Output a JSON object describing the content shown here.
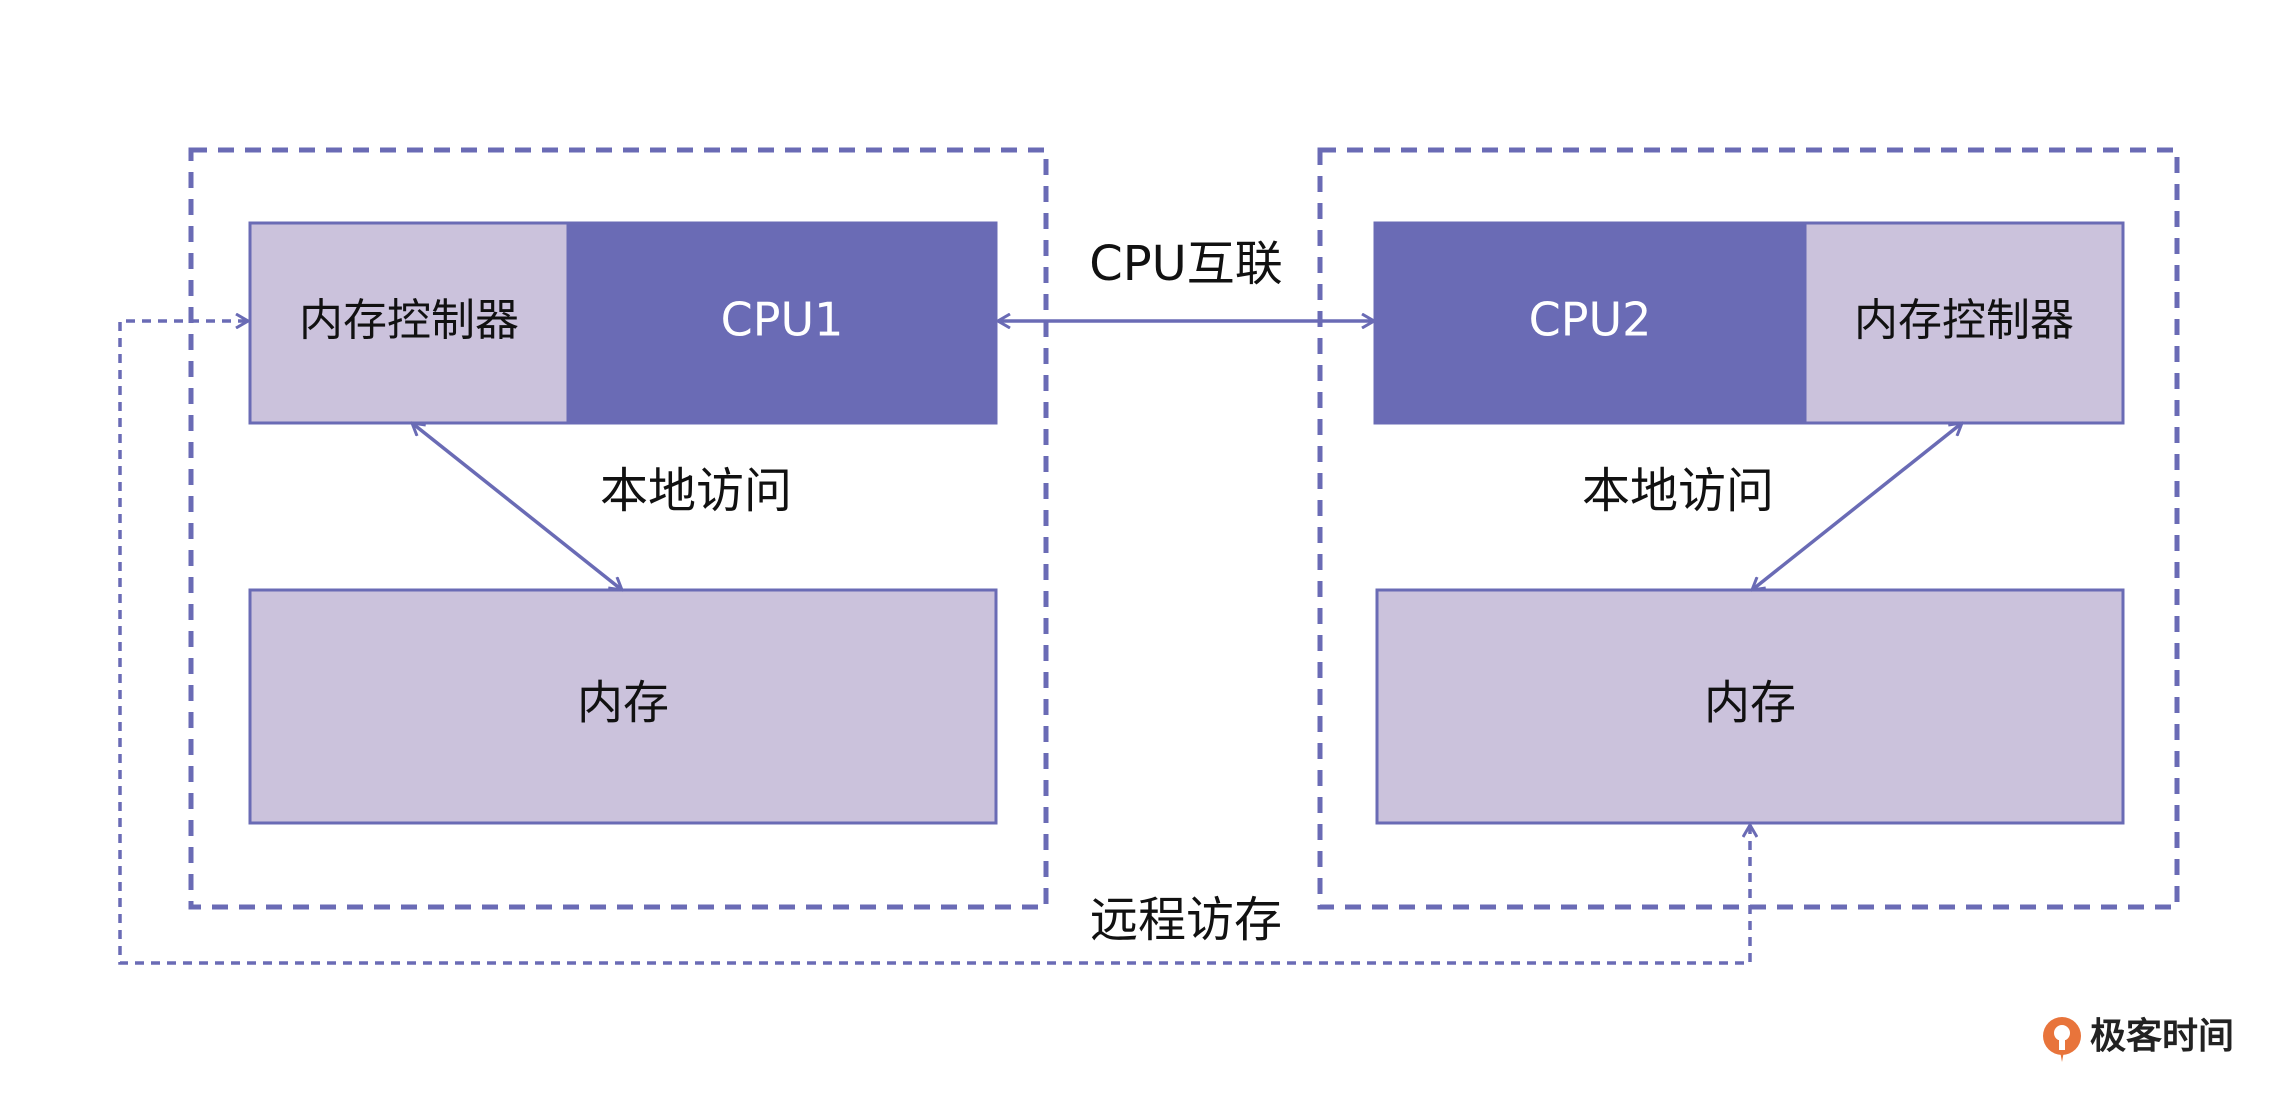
{
  "colors": {
    "frame": "#6a6bb5",
    "cpu_fill": "#6a6bb5",
    "light_fill": "#cbc2dc",
    "border": "#6a6bb5",
    "cpu_text": "#ffffff",
    "text": "#111111",
    "brand_icon": "#e8743b",
    "brand_text": "#222222"
  },
  "left_node": {
    "memory_controller_label": "内存控制器",
    "cpu_label": "CPU1",
    "local_access_label": "本地访问",
    "memory_label": "内存"
  },
  "right_node": {
    "cpu_label": "CPU2",
    "memory_controller_label": "内存控制器",
    "local_access_label": "本地访问",
    "memory_label": "内存"
  },
  "interconnect_label": "CPU互联",
  "remote_access_label": "远程访存",
  "brand": {
    "icon": "geek-time-logo-icon",
    "name": "极客时间"
  }
}
